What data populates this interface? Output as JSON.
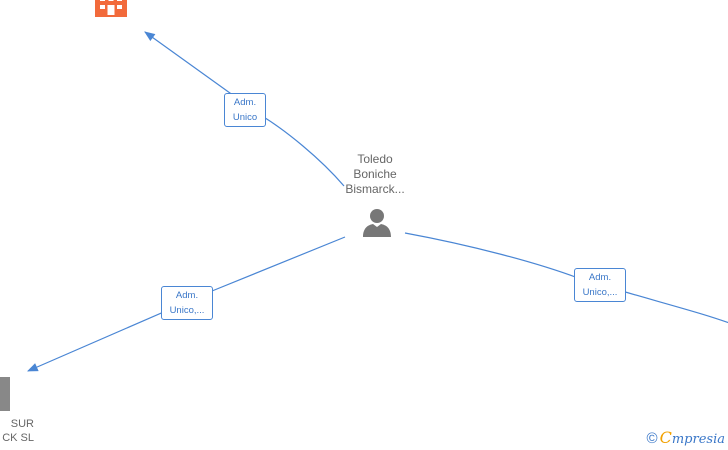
{
  "nodes": {
    "center_person": {
      "lines": [
        "Toledo",
        "Boniche",
        "Bismarck..."
      ],
      "icon": "person-icon",
      "color": "#777777"
    },
    "company_top": {
      "icon": "building-icon",
      "color": "#f26a3b"
    },
    "company_bottom_left": {
      "lines": [
        "SUR",
        "CK  SL"
      ],
      "icon": "building-icon",
      "color": "#888888"
    }
  },
  "edges": {
    "top": {
      "lines": [
        "Adm.",
        "Unico"
      ]
    },
    "bottom_left": {
      "lines": [
        "Adm.",
        "Unico,..."
      ]
    },
    "right": {
      "lines": [
        "Adm.",
        "Unico,..."
      ]
    }
  },
  "watermark": {
    "copyright": "©",
    "logo_first": "C",
    "logo_rest": "mpresia"
  },
  "colors": {
    "edge": "#4a86d4",
    "label_text": "#3a77c8",
    "node_text": "#666666"
  }
}
